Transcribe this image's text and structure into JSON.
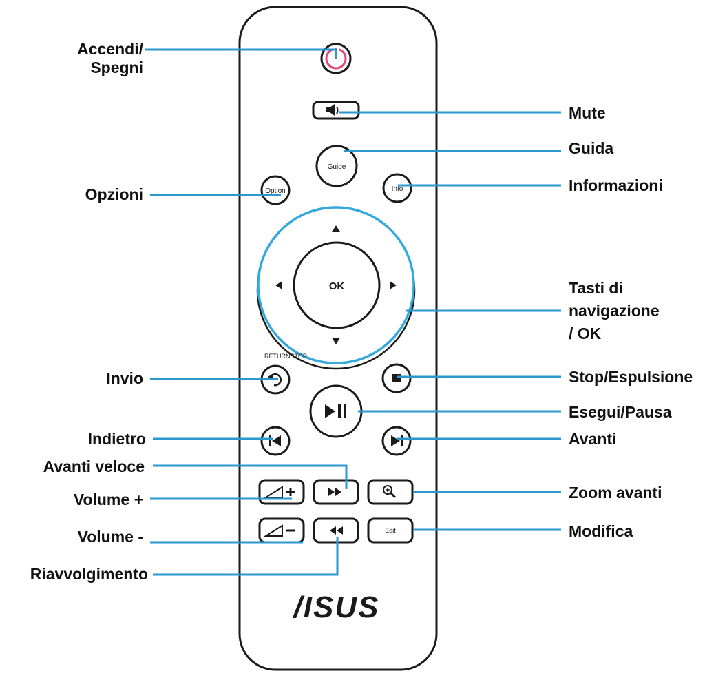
{
  "colors": {
    "leader": "#2b97cf",
    "outline": "#1a1a1a",
    "power_ring": "#e0487a",
    "dpad_ring": "#35a9dd"
  },
  "buttons": {
    "guide": "Guide",
    "option": "Option",
    "info": "Info",
    "ok": "OK",
    "edit": "Edit",
    "return_stop": "RETURNSTOP"
  },
  "logo": "/ISUS",
  "labels": {
    "power": [
      "Accendi/",
      "Spegni"
    ],
    "mute": "Mute",
    "guide": "Guida",
    "options": "Opzioni",
    "info": "Informazioni",
    "navigation": [
      "Tasti di",
      "navigazione",
      "/ OK"
    ],
    "back": "Invio",
    "stop": "Stop/Espulsione",
    "play_pause": "Esegui/Pausa",
    "previous": "Indietro",
    "next": "Avanti",
    "fast_forward": "Avanti veloce",
    "volume_up": "Volume +",
    "zoom_in": "Zoom avanti",
    "volume_down": "Volume -",
    "edit": "Modifica",
    "rewind": "Riavvolgimento"
  },
  "icons": {
    "power": "power-icon",
    "mute": "speaker-mute-icon",
    "up": "arrow-up-icon",
    "down": "arrow-down-icon",
    "left": "arrow-left-icon",
    "right": "arrow-right-icon",
    "return": "return-icon",
    "stop": "stop-icon",
    "play_pause": "play-pause-icon",
    "previous": "skip-previous-icon",
    "next": "skip-next-icon",
    "fast_forward": "fast-forward-icon",
    "rewind": "rewind-icon",
    "volume_up": "volume-up-icon",
    "volume_down": "volume-down-icon",
    "zoom": "zoom-in-icon"
  }
}
